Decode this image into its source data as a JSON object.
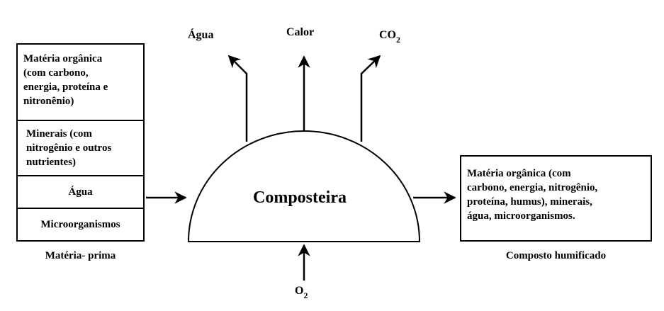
{
  "input_boxes": [
    {
      "text": "Matéria orgânica\n(com carbono,\nenergia, proteína e\nnitronênio)"
    },
    {
      "text": "Minerais (com\nnitrogênio e outros\nnutrientes)"
    },
    {
      "text": "Água"
    },
    {
      "text": "Microorganismos"
    }
  ],
  "input_caption": "Matéria- prima",
  "composter_label": "Composteira",
  "outputs": {
    "water": "Água",
    "heat": "Calor",
    "co2_main": "CO",
    "co2_sub": "2"
  },
  "oxygen": {
    "main": "O",
    "sub": "2"
  },
  "product_box": {
    "text": "Matéria orgânica (com\ncarbono, energia, nitrogênio,\nproteína, humus), minerais,\nágua, microorganismos."
  },
  "product_caption": "Composto humificado"
}
